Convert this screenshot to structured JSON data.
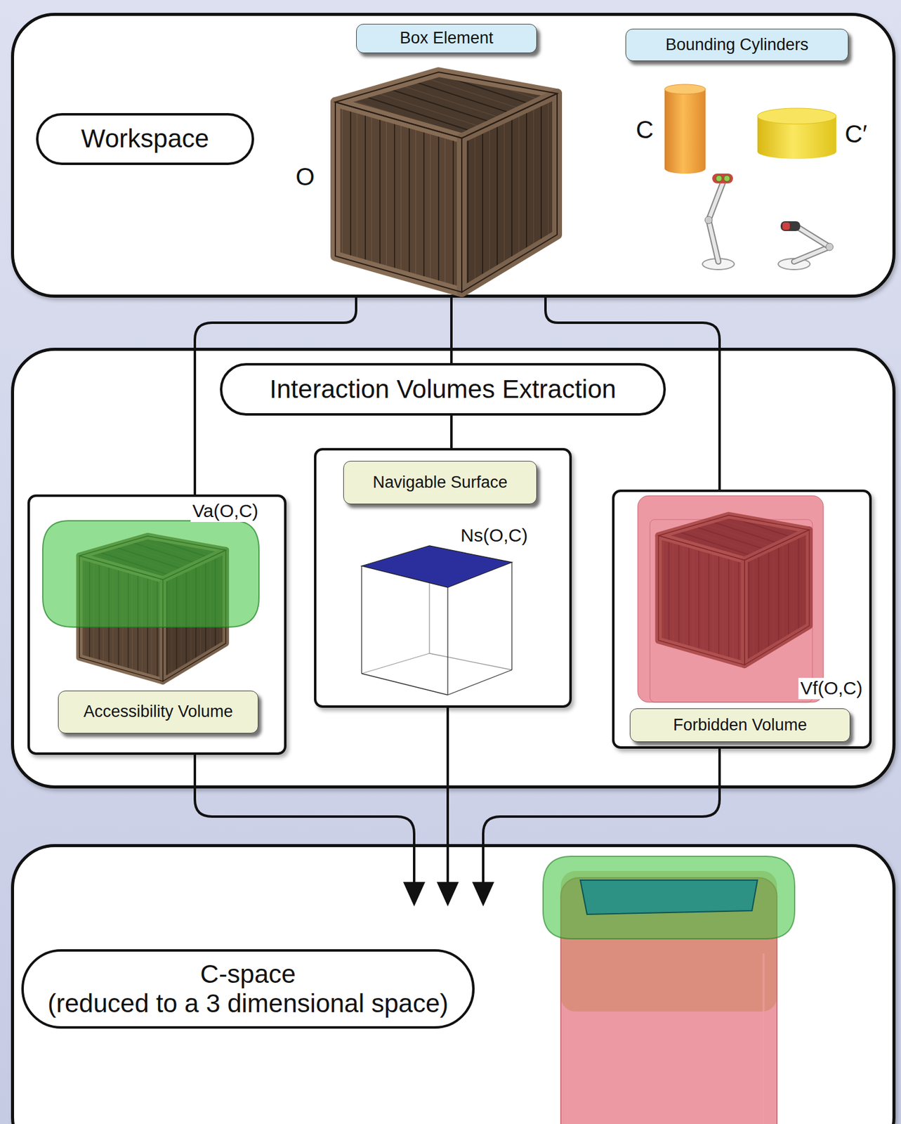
{
  "diagram": {
    "nodes": [
      {
        "text": [
          "Workspace"
        ]
      },
      {
        "text": [
          "Box Element"
        ],
        "in": 0
      },
      {
        "text": [
          "Bounding Cylinders"
        ],
        "in": 0
      },
      {
        "text": [
          "Interaction Volumes Extraction"
        ]
      },
      {
        "text": [
          "Va(O,C)"
        ],
        "in": 3
      },
      {
        "text": [
          "Accessibility Volume"
        ],
        "in": 4
      },
      {
        "text": [
          "Ns(O,C)"
        ],
        "in": 3
      },
      {
        "text": [
          "Navigable Surface"
        ],
        "in": 6
      },
      {
        "text": [
          "Vf(O,C)"
        ],
        "in": 3
      },
      {
        "text": [
          "Forbidden Volume"
        ],
        "in": 8
      },
      {
        "text": [
          "C-space",
          "(reduced to a 3 dimensional space)"
        ]
      }
    ],
    "edges": [
      {
        "from": 0,
        "to": 4,
        "arrow": "none"
      },
      {
        "from": 0,
        "to": 3,
        "arrow": "none"
      },
      {
        "from": 3,
        "to": 6,
        "arrow": "none"
      },
      {
        "from": 0,
        "to": 8,
        "arrow": "none"
      },
      {
        "from": 4,
        "to": 10,
        "arrow": "to"
      },
      {
        "from": 6,
        "to": 10,
        "arrow": "to"
      },
      {
        "from": 8,
        "to": 10,
        "arrow": "to"
      }
    ],
    "labels": [
      "O",
      "C",
      "C′"
    ]
  }
}
